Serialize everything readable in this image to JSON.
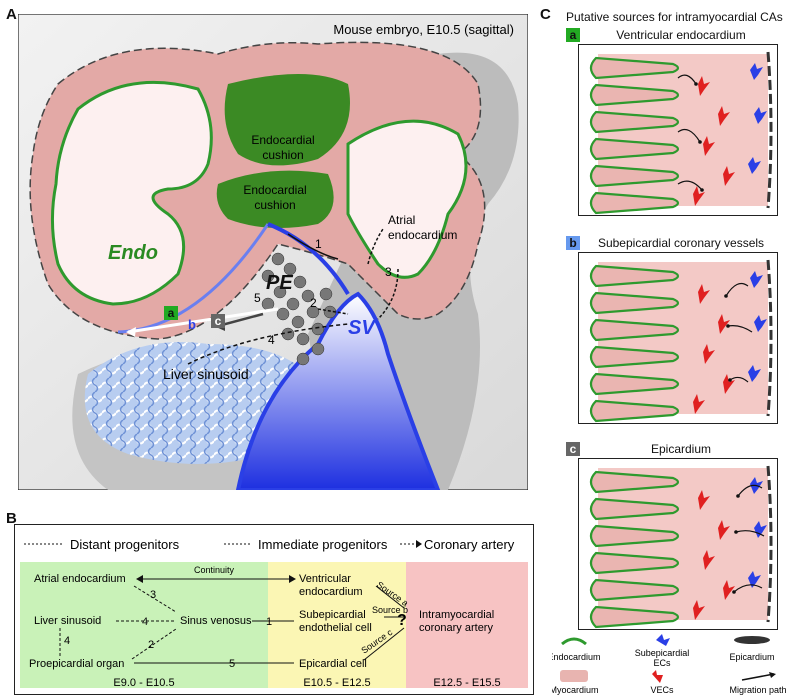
{
  "panelA": {
    "letter": "A",
    "title": "Mouse embryo, E10.5 (sagittal)",
    "labels": {
      "endo": "Endo",
      "pe": "PE",
      "sv": "SV",
      "cushion1": [
        "Endocardial",
        "cushion"
      ],
      "cushion2": [
        "Endocardial",
        "cushion"
      ],
      "atrial": [
        "Atrial",
        "endocardium"
      ],
      "liver": "Liver sinusoid",
      "paths": [
        "1",
        "2",
        "3",
        "4",
        "5"
      ],
      "badges": [
        "a",
        "b",
        "c"
      ]
    }
  },
  "panelB": {
    "letter": "B",
    "headers": [
      "Distant progenitors",
      "Immediate progenitors",
      "Coronary artery"
    ],
    "nodes": {
      "atrial": "Atrial endocardium",
      "liver": "Liver sinusoid",
      "proepi": "Proepicardial organ",
      "sinus": "Sinus venosus",
      "ventric": [
        "Ventricular",
        "endocardium"
      ],
      "subepi": [
        "Subepicardial",
        "endothelial cell"
      ],
      "epicell": "Epicardial cell",
      "intra": [
        "Intramyocardial",
        "coronary artery"
      ],
      "question": "?"
    },
    "edge_labels": {
      "continuity": "Continuity",
      "n1": "1",
      "n2": "2",
      "n3": "3",
      "n4a": "4",
      "n4b": "4",
      "n5": "5",
      "srcA": "Source a",
      "srcB": "Source b",
      "srcC": "Source c"
    },
    "stages": [
      "E9.0 - E10.5",
      "E10.5 - E12.5",
      "E12.5 - E15.5"
    ],
    "colors": {
      "green": "#c9f2b8",
      "yellow": "#fbf6b4",
      "pink": "#f7c3c3"
    }
  },
  "panelC": {
    "letter": "C",
    "title": "Putative sources for intramyocardial CAs",
    "sub": [
      {
        "badge": "a",
        "label": "Ventricular endocardium",
        "color": "#22aa22"
      },
      {
        "badge": "b",
        "label": "Subepicardial coronary vessels",
        "color": "#6699ee"
      },
      {
        "badge": "c",
        "label": "Epicardium",
        "color": "#666666"
      }
    ],
    "legend": {
      "endocardium": "Endocardium",
      "subepi": [
        "Subepicardial",
        "ECs"
      ],
      "epicardium": "Epicardium",
      "myocardium": "Myocardium",
      "vecs": "VECs",
      "migration": "Migration path"
    }
  }
}
